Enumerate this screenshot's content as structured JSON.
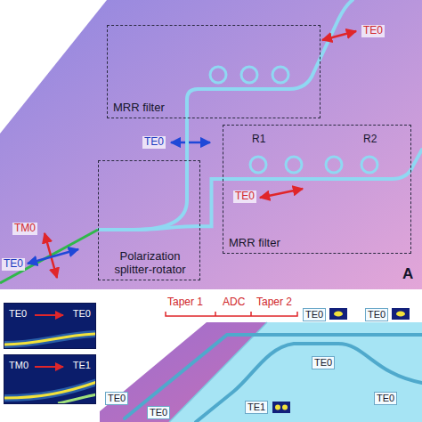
{
  "diagram": {
    "nodes": [
      {
        "text": [
          "MRR filter"
        ]
      },
      {
        "text": [
          "MRR filter"
        ]
      },
      {
        "text": [
          "Polarization splitter-rotator"
        ]
      },
      {
        "text": [
          "TE0",
          "TE0"
        ]
      },
      {
        "text": [
          "TM0",
          "TE1"
        ]
      }
    ],
    "edges": [
      {
        "from": 2,
        "to": 0,
        "arrow": "none"
      },
      {
        "from": 2,
        "to": 1,
        "arrow": "none"
      }
    ],
    "labels": [
      "TE0",
      "TE0",
      "R1",
      "R2",
      "TE0",
      "TM0",
      "TE0",
      "A",
      "Taper 1",
      "ADC",
      "Taper 2",
      "TE0",
      "TE0",
      "TE0",
      "TE0",
      "TE0",
      "TE0",
      "TE1"
    ]
  }
}
